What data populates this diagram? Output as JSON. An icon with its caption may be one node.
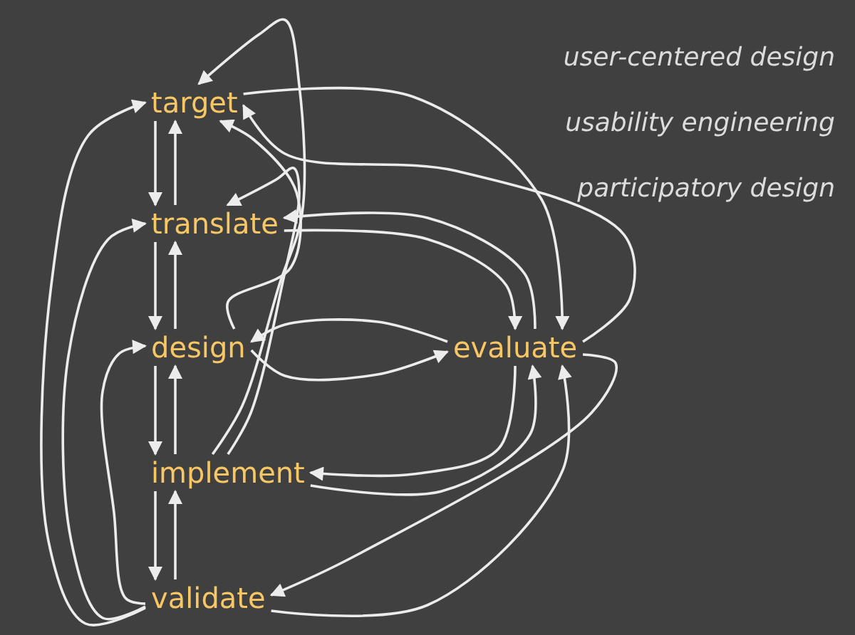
{
  "diagram": {
    "nodes": [
      {
        "text": [
          "target"
        ]
      },
      {
        "text": [
          "translate"
        ]
      },
      {
        "text": [
          "design"
        ]
      },
      {
        "text": [
          "evaluate"
        ]
      },
      {
        "text": [
          "implement"
        ]
      },
      {
        "text": [
          "validate"
        ]
      }
    ],
    "edges": [
      {
        "from": 0,
        "to": 1,
        "arrow": "to"
      },
      {
        "from": 1,
        "to": 0,
        "arrow": "to"
      },
      {
        "from": 1,
        "to": 2,
        "arrow": "to"
      },
      {
        "from": 2,
        "to": 1,
        "arrow": "to"
      },
      {
        "from": 2,
        "to": 4,
        "arrow": "to"
      },
      {
        "from": 4,
        "to": 2,
        "arrow": "to"
      },
      {
        "from": 4,
        "to": 5,
        "arrow": "to"
      },
      {
        "from": 5,
        "to": 4,
        "arrow": "to"
      },
      {
        "from": 5,
        "to": 0,
        "arrow": "to"
      },
      {
        "from": 5,
        "to": 1,
        "arrow": "to"
      },
      {
        "from": 5,
        "to": 2,
        "arrow": "to"
      },
      {
        "from": 2,
        "to": 0,
        "arrow": "to"
      },
      {
        "from": 4,
        "to": 0,
        "arrow": "to"
      },
      {
        "from": 4,
        "to": 1,
        "arrow": "to"
      },
      {
        "from": 0,
        "to": 3,
        "arrow": "to"
      },
      {
        "from": 3,
        "to": 0,
        "arrow": "to"
      },
      {
        "from": 1,
        "to": 3,
        "arrow": "to"
      },
      {
        "from": 3,
        "to": 1,
        "arrow": "to"
      },
      {
        "from": 2,
        "to": 3,
        "arrow": "to"
      },
      {
        "from": 3,
        "to": 2,
        "arrow": "to"
      },
      {
        "from": 3,
        "to": 4,
        "arrow": "to"
      },
      {
        "from": 4,
        "to": 3,
        "arrow": "to"
      },
      {
        "from": 3,
        "to": 5,
        "arrow": "to"
      },
      {
        "from": 5,
        "to": 3,
        "arrow": "to"
      }
    ],
    "labels": [
      "user-centered design",
      "usability engineering",
      "participatory design"
    ]
  }
}
